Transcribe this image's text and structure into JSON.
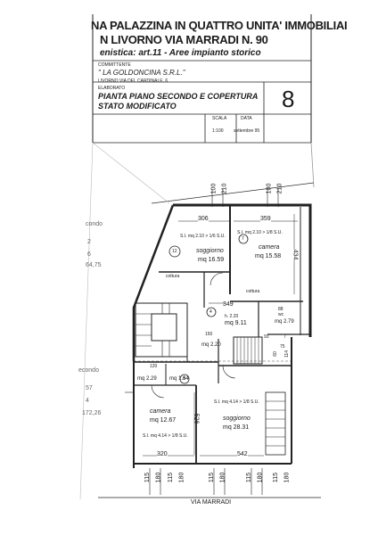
{
  "header": {
    "title_line1": "NA PALAZZINA IN QUATTRO UNITA' IMMOBILIAI",
    "title_line2": "N LIVORNO VIA MARRADI N. 90",
    "subtitle": "enistica: art.11 - Aree impianto storico"
  },
  "committente": {
    "label": "COMMITTENTE",
    "name": "\" LA GOLDONCINA S.R.L.\"",
    "address": "LIVORNO VIA DEL CARDINALE, 6"
  },
  "elaborato": {
    "label": "ELABORATO",
    "line1": "PIANTA PIANO SECONDO E COPERTURA",
    "line2": "STATO MODIFICATO"
  },
  "sheet_number": "8",
  "scala": {
    "label": "SCALA",
    "value": "1:100"
  },
  "data": {
    "label": "DATA",
    "value": "settembre 95"
  },
  "left_notes": {
    "condo_top": "condo",
    "n2": "2",
    "n6": "6",
    "n6475": "64,75",
    "condo_bottom": "econdo",
    "n57": "57",
    "n4": "4",
    "n17226": "172,26"
  },
  "plan": {
    "dims_top_left": [
      "100",
      "210"
    ],
    "dims_top_right": [
      "100",
      "210"
    ],
    "dim_306": "306",
    "dim_359": "359",
    "dim_434": "434",
    "dim_349": "349",
    "dim_88": "88",
    "dim_150": "150",
    "dim_120": "120",
    "dim_526": "526",
    "dim_320": "320",
    "dim_542": "542",
    "dim_75": "75",
    "dim_60": "60",
    "dim_114": "114",
    "dims_bottom": [
      "115",
      "180",
      "115",
      "180",
      "115",
      "180",
      "115",
      "180",
      "115",
      "180"
    ],
    "room_soggiorno_top": {
      "marker": "12",
      "sup": "S.I. mq 2.10 > 1/6 S.U.",
      "name": "soggiorno",
      "area": "mq 16.59"
    },
    "room_camera_top": {
      "marker": "7",
      "sup": "S.I. mq 2.10 > 1/8 S.U.",
      "name": "camera",
      "area": "mq 15.58"
    },
    "cottura": "cottura",
    "cottura2": "cottura",
    "disimpegno": {
      "marker": "4",
      "h": "h. 2.20",
      "area": "mq 9.11"
    },
    "wc": {
      "name": "wc",
      "area": "mq 2.79"
    },
    "small_room": {
      "area": "mq 2.20"
    },
    "wc_left": {
      "area": "mq 2.29"
    },
    "left_small": {
      "area": "mq 1.64"
    },
    "marker_3": "3",
    "room_camera_bottom": {
      "name": "camera",
      "area": "mq 12.67",
      "sup": "S.I. mq 4.14 > 1/8 S.U."
    },
    "room_soggiorno_bottom": {
      "sup": "S.I. mq 4.14 > 1/8 S.U.",
      "name": "soggiorno",
      "area": "mq 28.31"
    },
    "n93": "93",
    "n7": "7"
  },
  "street": "VIA MARRADI"
}
